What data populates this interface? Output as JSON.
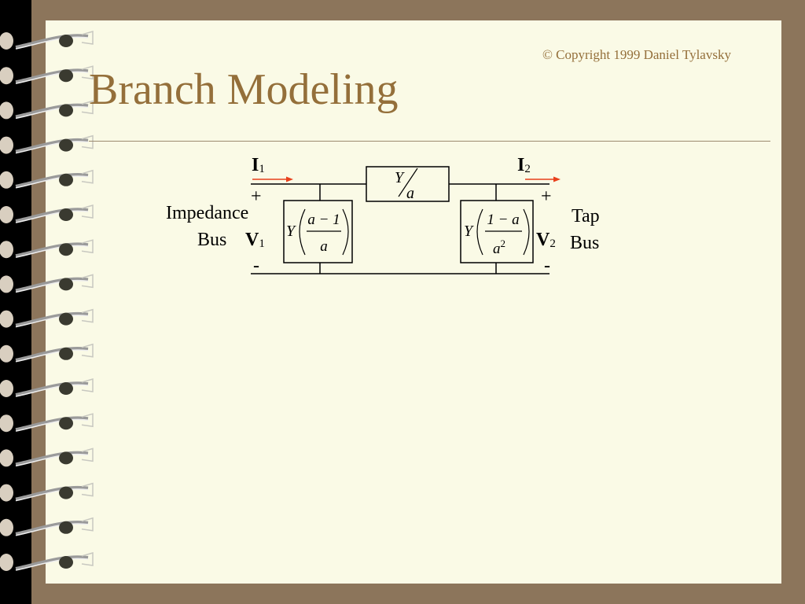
{
  "slide": {
    "title": "Branch Modeling",
    "copyright": "© Copyright 1999 Daniel Tylavsky"
  },
  "diagram": {
    "left_bus": {
      "line1": "Impedance",
      "line2": "Bus"
    },
    "right_bus": {
      "line1": "Tap",
      "line2": "Bus"
    },
    "current_left": {
      "symbol": "I",
      "subscript": "1"
    },
    "current_right": {
      "symbol": "I",
      "subscript": "2"
    },
    "voltage_left": {
      "symbol": "V",
      "subscript": "1"
    },
    "voltage_right": {
      "symbol": "V",
      "subscript": "2"
    },
    "plus": "+",
    "minus": "-",
    "series_element": {
      "numerator": "Y",
      "denominator": "a"
    },
    "shunt_left": {
      "factor": "Y",
      "numerator": "a − 1",
      "denominator": "a"
    },
    "shunt_right": {
      "factor": "Y",
      "numerator": "1 − a",
      "denominator_base": "a",
      "denominator_exponent": "2"
    }
  },
  "colors": {
    "background": "#8c755b",
    "paper": "#fafae6",
    "title": "#946f3a",
    "arrow": "#e8401c",
    "wire": "#000000"
  }
}
